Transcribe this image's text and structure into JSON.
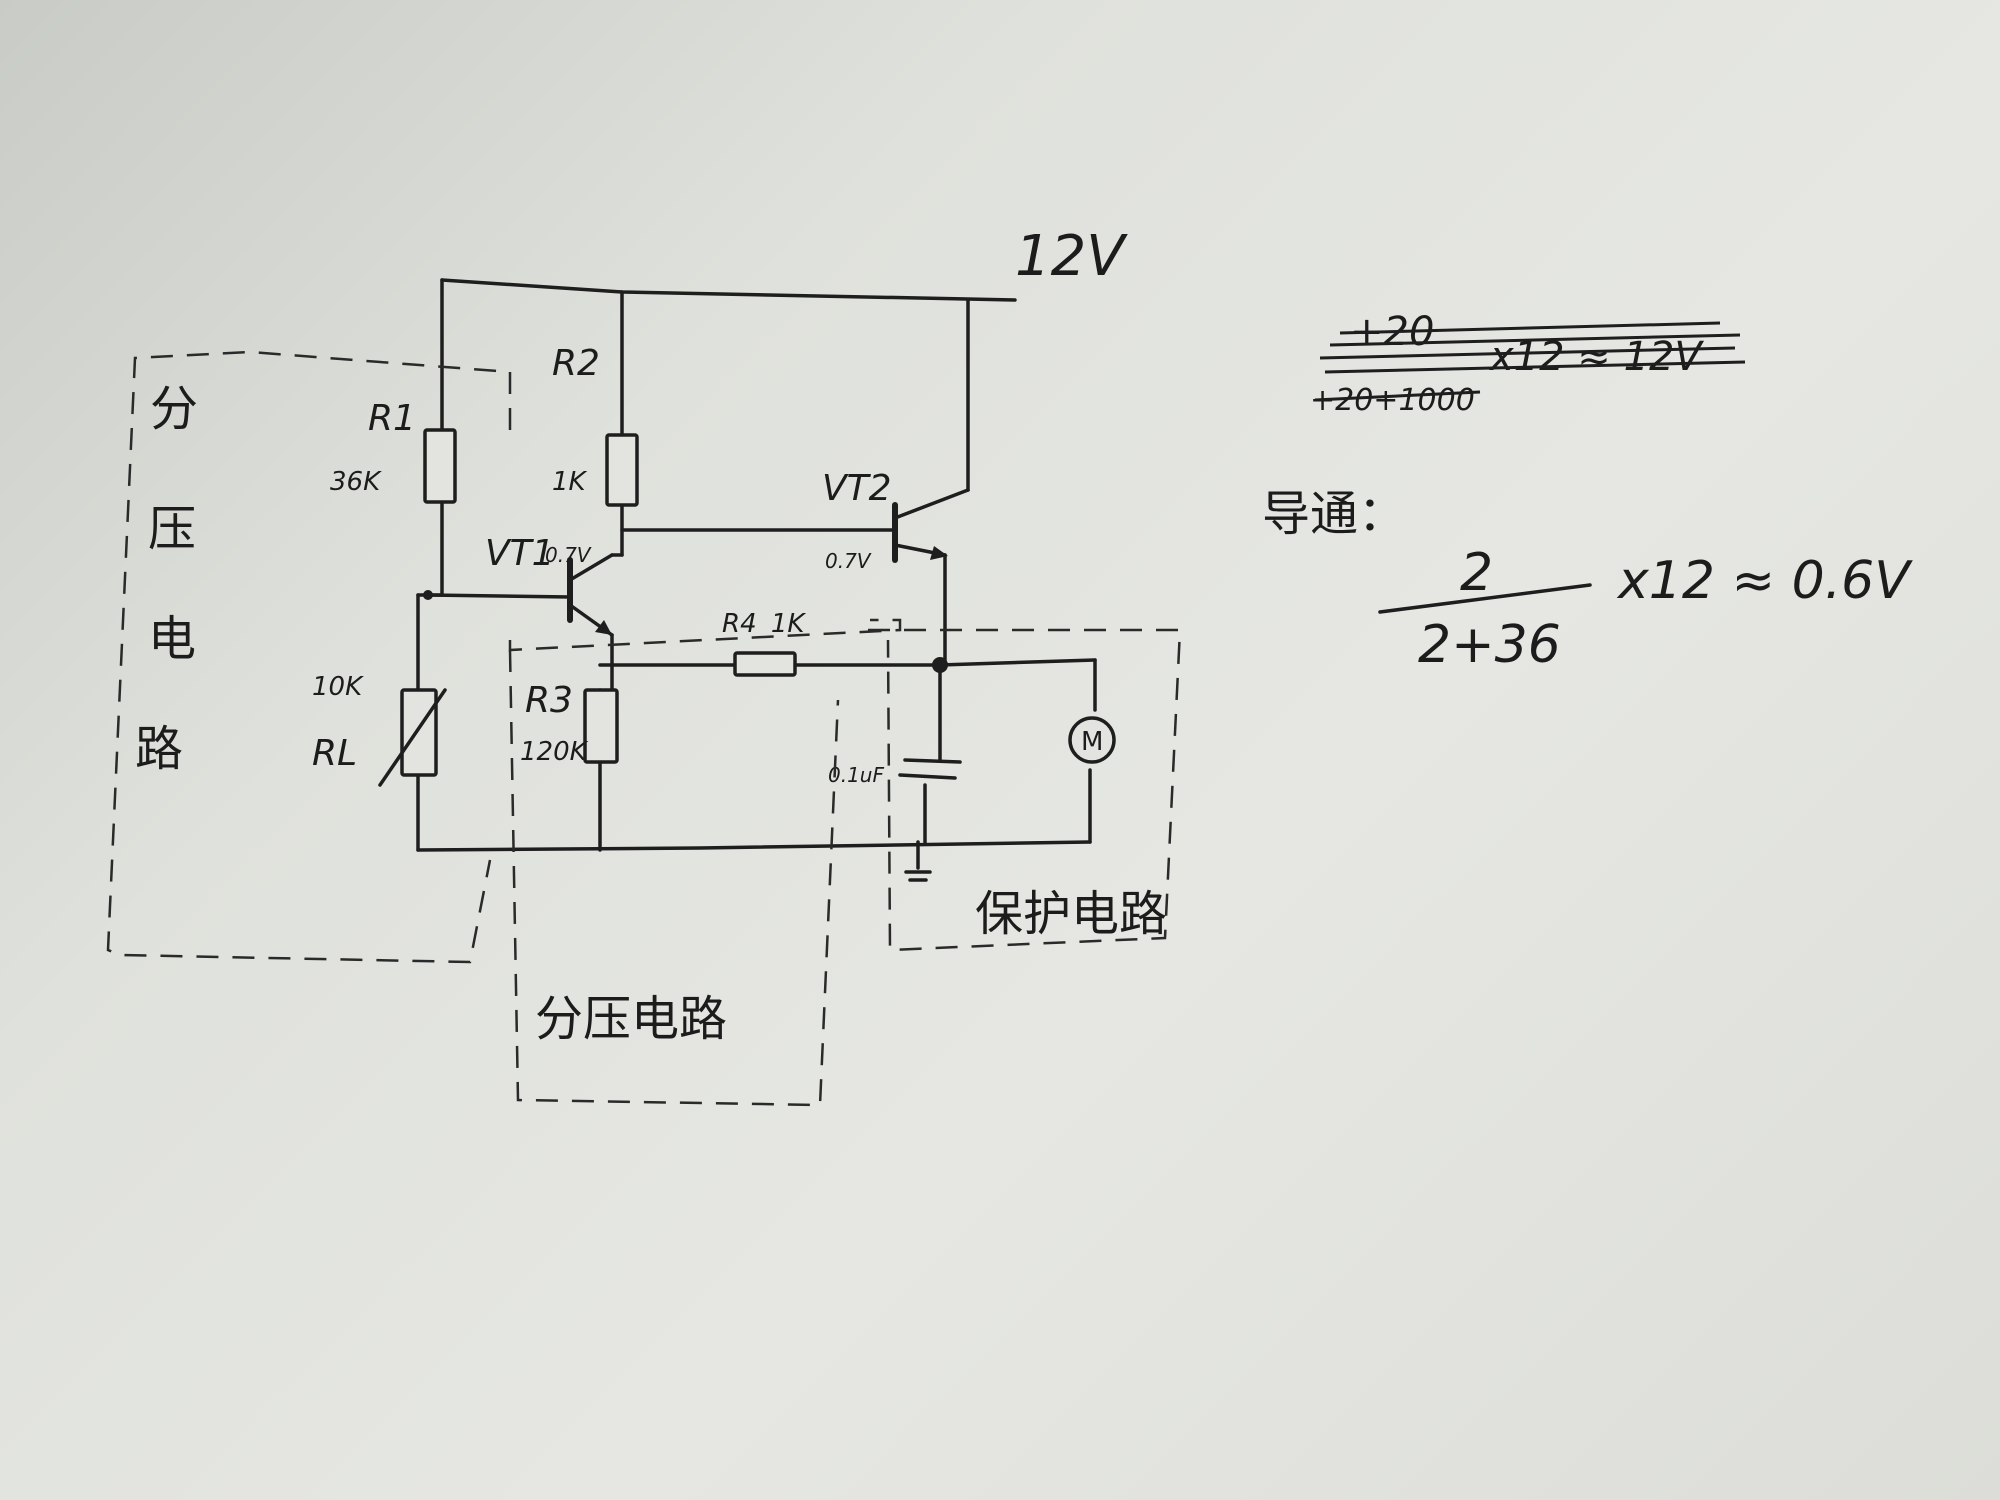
{
  "supply_label": "12V",
  "components": {
    "r1": {
      "name": "R1",
      "value": "36K"
    },
    "r2": {
      "name": "R2",
      "value": "1K"
    },
    "r3": {
      "name": "R3",
      "value": "120K"
    },
    "r4": {
      "name": "R4",
      "value": "1K"
    },
    "rl": {
      "name": "RL",
      "value": "10K"
    },
    "vt1": {
      "name": "VT1",
      "vbe": "0.7V"
    },
    "vt2": {
      "name": "VT2",
      "vbe": "0.7V"
    },
    "capacitor": {
      "value": "0.1uF"
    },
    "motor": {
      "label": "M"
    }
  },
  "blocks": {
    "divider_left": {
      "chars": [
        "分",
        "压",
        "电",
        "路"
      ]
    },
    "divider_bottom": {
      "label": "分压电路"
    },
    "protection": {
      "label": "保护电路"
    }
  },
  "notes": {
    "scribbled": {
      "line1": "+20",
      "line2": "x12 ≈ 12V",
      "line3": "+20+1000"
    },
    "conduct_label": "导通：",
    "numerator": "2",
    "denominator": "2+36",
    "result": "x12 ≈ 0.6V"
  }
}
